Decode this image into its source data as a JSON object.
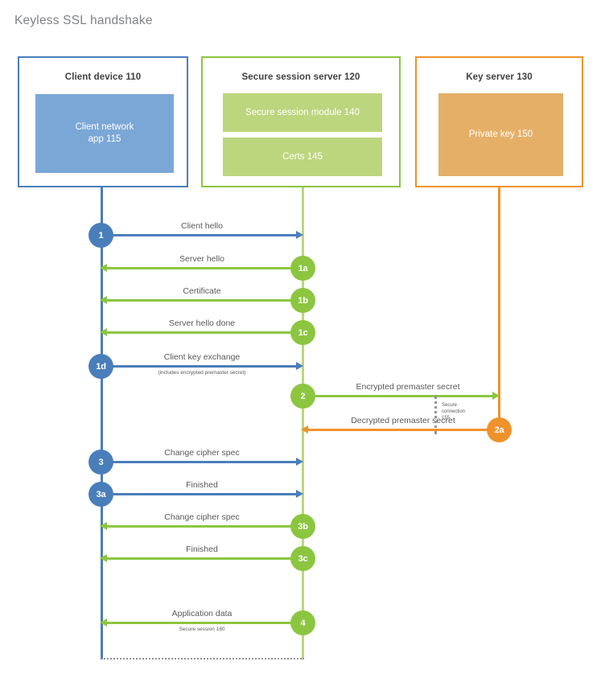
{
  "page": {
    "title": "Keyless SSL handshake"
  },
  "colors": {
    "blue": "#4a7ebb",
    "blue_fill": "#7ba7d7",
    "green": "#8cc640",
    "green_fill": "#bcd67e",
    "orange": "#f0922b",
    "orange_fill": "#e5af68",
    "gray": "#939598",
    "text": "#58595b"
  },
  "actors": [
    {
      "id": "client-device",
      "title": "Client device 110",
      "inner_label": "Client network\napp 115",
      "border_color": "#4a7ebb",
      "fill_color": "#7ba7d7",
      "lifeline_color": "#4a7ebb"
    },
    {
      "id": "secure-session-server",
      "title": "Secure session server 120",
      "inner_label": "Secure session module 140",
      "inner_label_2": "Certs 145",
      "border_color": "#8cc640",
      "fill_color": "#bcd67e",
      "lifeline_color": "#bcd67e"
    },
    {
      "id": "key-server",
      "title": "Key server 130",
      "inner_label": "Private key 150",
      "border_color": "#f0922b",
      "fill_color": "#e5af68",
      "lifeline_color": "#f0922b"
    }
  ],
  "messages": [
    {
      "id": "m1",
      "badge": "1",
      "label": "Client hello",
      "sublabel": "",
      "direction": "right",
      "color": "blue",
      "from": "client",
      "to": "server"
    },
    {
      "id": "m1a",
      "badge": "1a",
      "label": "Server hello",
      "sublabel": "",
      "direction": "left",
      "color": "green",
      "from": "server",
      "to": "client"
    },
    {
      "id": "m1b",
      "badge": "1b",
      "label": "Certificate",
      "sublabel": "",
      "direction": "left",
      "color": "green",
      "from": "server",
      "to": "client"
    },
    {
      "id": "m1c",
      "badge": "1c",
      "label": "Server hello done",
      "sublabel": "",
      "direction": "left",
      "color": "green",
      "from": "server",
      "to": "client"
    },
    {
      "id": "m1d",
      "badge": "1d",
      "label": "Client key exchange",
      "sublabel": "(includes encrypted premaster secret)",
      "direction": "right",
      "color": "blue",
      "from": "client",
      "to": "server"
    },
    {
      "id": "m2",
      "badge": "2",
      "label": "Encrypted premaster secret",
      "sublabel": "",
      "direction": "right",
      "color": "green",
      "from": "server",
      "to": "keyserver"
    },
    {
      "id": "m2a",
      "badge": "2a",
      "label": "Decrypted premaster secret",
      "sublabel": "",
      "direction": "left",
      "color": "orange",
      "from": "keyserver",
      "to": "server"
    },
    {
      "id": "m3",
      "badge": "3",
      "label": "Change cipher spec",
      "sublabel": "",
      "direction": "right",
      "color": "blue",
      "from": "client",
      "to": "server"
    },
    {
      "id": "m3a",
      "badge": "3a",
      "label": "Finished",
      "sublabel": "",
      "direction": "right",
      "color": "blue",
      "from": "client",
      "to": "server"
    },
    {
      "id": "m3b",
      "badge": "3b",
      "label": "Change cipher spec",
      "sublabel": "",
      "direction": "left",
      "color": "green",
      "from": "server",
      "to": "client"
    },
    {
      "id": "m3c",
      "badge": "3c",
      "label": "Finished",
      "sublabel": "",
      "direction": "left",
      "color": "green",
      "from": "server",
      "to": "client"
    },
    {
      "id": "m4",
      "badge": "4",
      "label": "Application data",
      "sublabel": "Secure session 160",
      "direction": "left",
      "color": "green",
      "from": "server",
      "to": "client"
    }
  ],
  "annotations": {
    "secure_connection": "Secure\nconnection\n155"
  }
}
